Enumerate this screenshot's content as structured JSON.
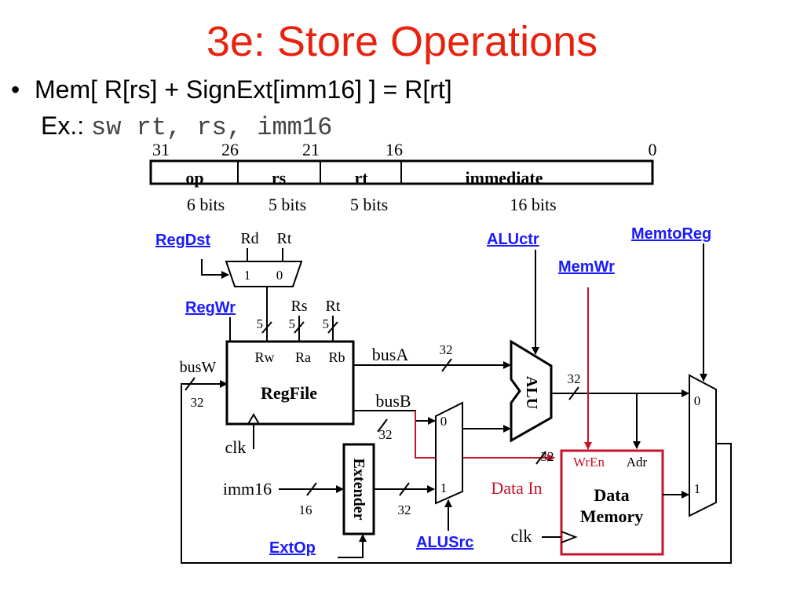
{
  "slide": {
    "title": "3e: Store Operations",
    "bullet": "Mem[ R[rs] + SignExt[imm16] ] = R[rt]",
    "example_label": "Ex.:",
    "example_code": "sw rt, rs, imm16"
  },
  "instruction_format": {
    "bit_positions": [
      "31",
      "26",
      "21",
      "16",
      "0"
    ],
    "fields": [
      {
        "label": "op",
        "bits": "6 bits"
      },
      {
        "label": "rs",
        "bits": "5 bits"
      },
      {
        "label": "rt",
        "bits": "5 bits"
      },
      {
        "label": "immediate",
        "bits": "16 bits"
      }
    ]
  },
  "control_signals": {
    "regdst": "RegDst",
    "regwr": "RegWr",
    "aluctr": "ALUctr",
    "memwr": "MemWr",
    "memtoreg": "MemtoReg",
    "extop": "ExtOp",
    "alusrc": "ALUSrc"
  },
  "regdst_mux": {
    "input_a": "Rd",
    "input_b": "Rt",
    "sel1": "1",
    "sel0": "0"
  },
  "register_inputs": {
    "rs": "Rs",
    "rt": "Rt",
    "width_rw": "5",
    "width_rs": "5",
    "width_rt": "5"
  },
  "regfile": {
    "name": "RegFile",
    "port_rw": "Rw",
    "port_ra": "Ra",
    "port_rb": "Rb",
    "clk": "clk",
    "busw": "busW",
    "busw_width": "32"
  },
  "buses": {
    "busa": "busA",
    "busa_width": "32",
    "busb": "busB",
    "busb_width": "32",
    "alu_out_width": "32"
  },
  "extender": {
    "name": "Extender",
    "input": "imm16",
    "input_width": "16",
    "output_width": "32"
  },
  "alusrc_mux": {
    "sel0": "0",
    "sel1": "1"
  },
  "alu": {
    "name": "ALU"
  },
  "memory": {
    "name_line1": "Data",
    "name_line2": "Memory",
    "wren": "WrEn",
    "adr": "Adr",
    "data_in": "Data In",
    "data_in_width": "32",
    "clk": "clk"
  },
  "memtoreg_mux": {
    "sel0": "0",
    "sel1": "1"
  }
}
